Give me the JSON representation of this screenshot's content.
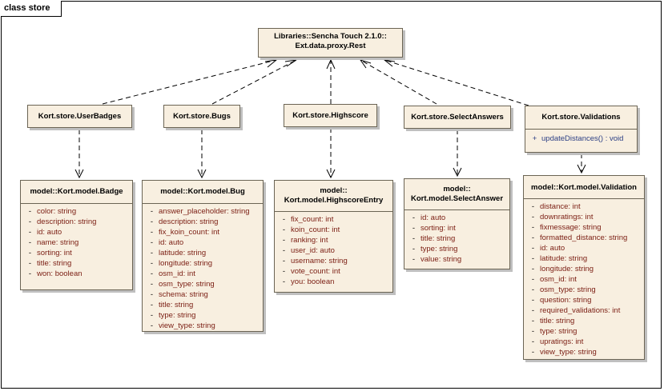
{
  "frame_label": "class store",
  "classes": {
    "rest": {
      "name_line1": "Libraries::Sencha Touch 2.1.0::",
      "name_line2": "Ext.data.proxy.Rest"
    },
    "userbadges": {
      "name": "Kort.store.UserBadges"
    },
    "bugs": {
      "name": "Kort.store.Bugs"
    },
    "highscore": {
      "name": "Kort.store.Highscore"
    },
    "selectanswers": {
      "name": "Kort.store.SelectAnswers"
    },
    "validations": {
      "name": "Kort.store.Validations",
      "operations": [
        {
          "vis": "+",
          "text": "updateDistances() : void"
        }
      ]
    },
    "badge": {
      "name": "model::Kort.model.Badge",
      "attributes": [
        {
          "vis": "-",
          "text": "color:  string"
        },
        {
          "vis": "-",
          "text": "description:  string"
        },
        {
          "vis": "-",
          "text": "id:  auto"
        },
        {
          "vis": "-",
          "text": "name:  string"
        },
        {
          "vis": "-",
          "text": "sorting:  int"
        },
        {
          "vis": "-",
          "text": "title:  string"
        },
        {
          "vis": "-",
          "text": "won:  boolean"
        }
      ]
    },
    "bug": {
      "name": "model::Kort.model.Bug",
      "attributes": [
        {
          "vis": "-",
          "text": "answer_placeholder:  string"
        },
        {
          "vis": "-",
          "text": "description:  string"
        },
        {
          "vis": "-",
          "text": "fix_koin_count:  int"
        },
        {
          "vis": "-",
          "text": "id:  auto"
        },
        {
          "vis": "-",
          "text": "latitude:  string"
        },
        {
          "vis": "-",
          "text": "longitude:  string"
        },
        {
          "vis": "-",
          "text": "osm_id:  int"
        },
        {
          "vis": "-",
          "text": "osm_type:  string"
        },
        {
          "vis": "-",
          "text": "schema:  string"
        },
        {
          "vis": "-",
          "text": "title:  string"
        },
        {
          "vis": "-",
          "text": "type:  string"
        },
        {
          "vis": "-",
          "text": "view_type:  string"
        }
      ]
    },
    "highscoreentry": {
      "name_line1": "model::",
      "name_line2": "Kort.model.HighscoreEntry",
      "attributes": [
        {
          "vis": "-",
          "text": "fix_count:  int"
        },
        {
          "vis": "-",
          "text": "koin_count:  int"
        },
        {
          "vis": "-",
          "text": "ranking:  int"
        },
        {
          "vis": "-",
          "text": "user_id:  auto"
        },
        {
          "vis": "-",
          "text": "username:  string"
        },
        {
          "vis": "-",
          "text": "vote_count:  int"
        },
        {
          "vis": "-",
          "text": "you:  boolean"
        }
      ]
    },
    "selectanswer": {
      "name_line1": "model::",
      "name_line2": "Kort.model.SelectAnswer",
      "attributes": [
        {
          "vis": "-",
          "text": "id:  auto"
        },
        {
          "vis": "-",
          "text": "sorting:  int"
        },
        {
          "vis": "-",
          "text": "title:  string"
        },
        {
          "vis": "-",
          "text": "type:  string"
        },
        {
          "vis": "-",
          "text": "value:  string"
        }
      ]
    },
    "validation": {
      "name": "model::Kort.model.Validation",
      "attributes": [
        {
          "vis": "-",
          "text": "distance:  int"
        },
        {
          "vis": "-",
          "text": "downratings:  int"
        },
        {
          "vis": "-",
          "text": "fixmessage:  string"
        },
        {
          "vis": "-",
          "text": "formatted_distance:  string"
        },
        {
          "vis": "-",
          "text": "id:  auto"
        },
        {
          "vis": "-",
          "text": "latitude:  string"
        },
        {
          "vis": "-",
          "text": "longitude:  string"
        },
        {
          "vis": "-",
          "text": "osm_id:  int"
        },
        {
          "vis": "-",
          "text": "osm_type:  string"
        },
        {
          "vis": "-",
          "text": "question:  string"
        },
        {
          "vis": "-",
          "text": "required_validations:  int"
        },
        {
          "vis": "-",
          "text": "title:  string"
        },
        {
          "vis": "-",
          "text": "type:  string"
        },
        {
          "vis": "-",
          "text": "upratings:  int"
        },
        {
          "vis": "-",
          "text": "view_type:  string"
        }
      ]
    }
  }
}
